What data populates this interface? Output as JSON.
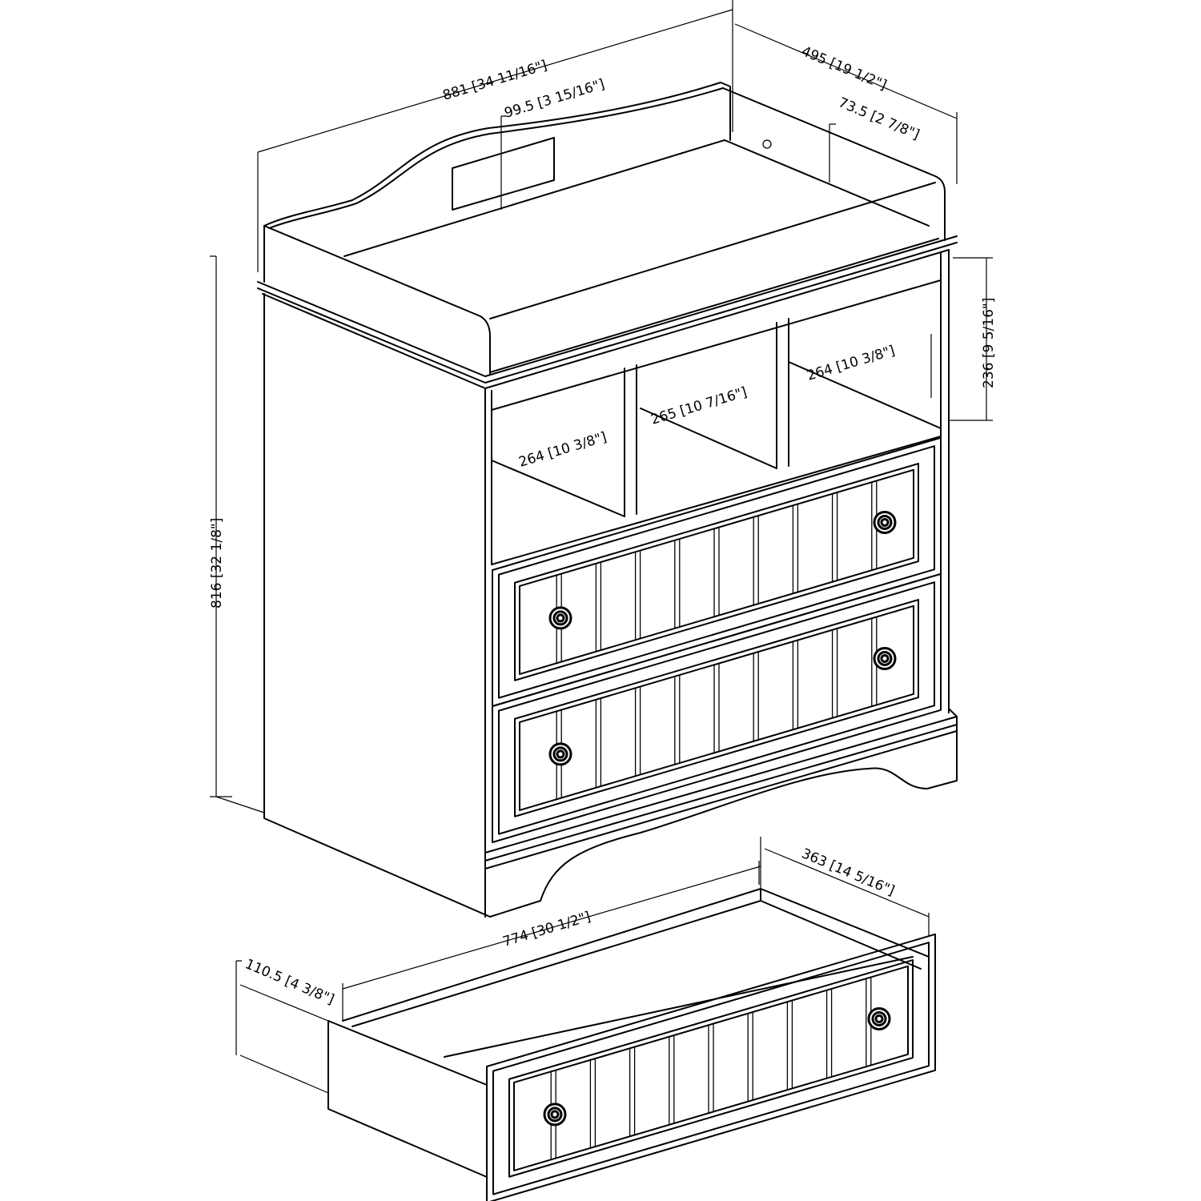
{
  "dimensions": {
    "overall_width": "881 [34 11/16\"]",
    "backboard_height": "99.5 [3 15/16\"]",
    "overall_depth": "495 [19 1/2\"]",
    "side_rail_height": "73.5 [2 7/8\"]",
    "cubby_height": "236 [9 5/16\"]",
    "cubby_right_width": "264 [10 3/8\"]",
    "cubby_center_width": "265 [10 7/16\"]",
    "cubby_left_width": "264 [10 3/8\"]",
    "overall_height": "816 [32 1/8\"]",
    "drawer_depth": "363 [14 5/16\"]",
    "drawer_width": "774 [30 1/2\"]",
    "drawer_height": "110.5 [4 3/8\"]"
  },
  "colors": {
    "line": "#000000",
    "background": "#ffffff"
  }
}
